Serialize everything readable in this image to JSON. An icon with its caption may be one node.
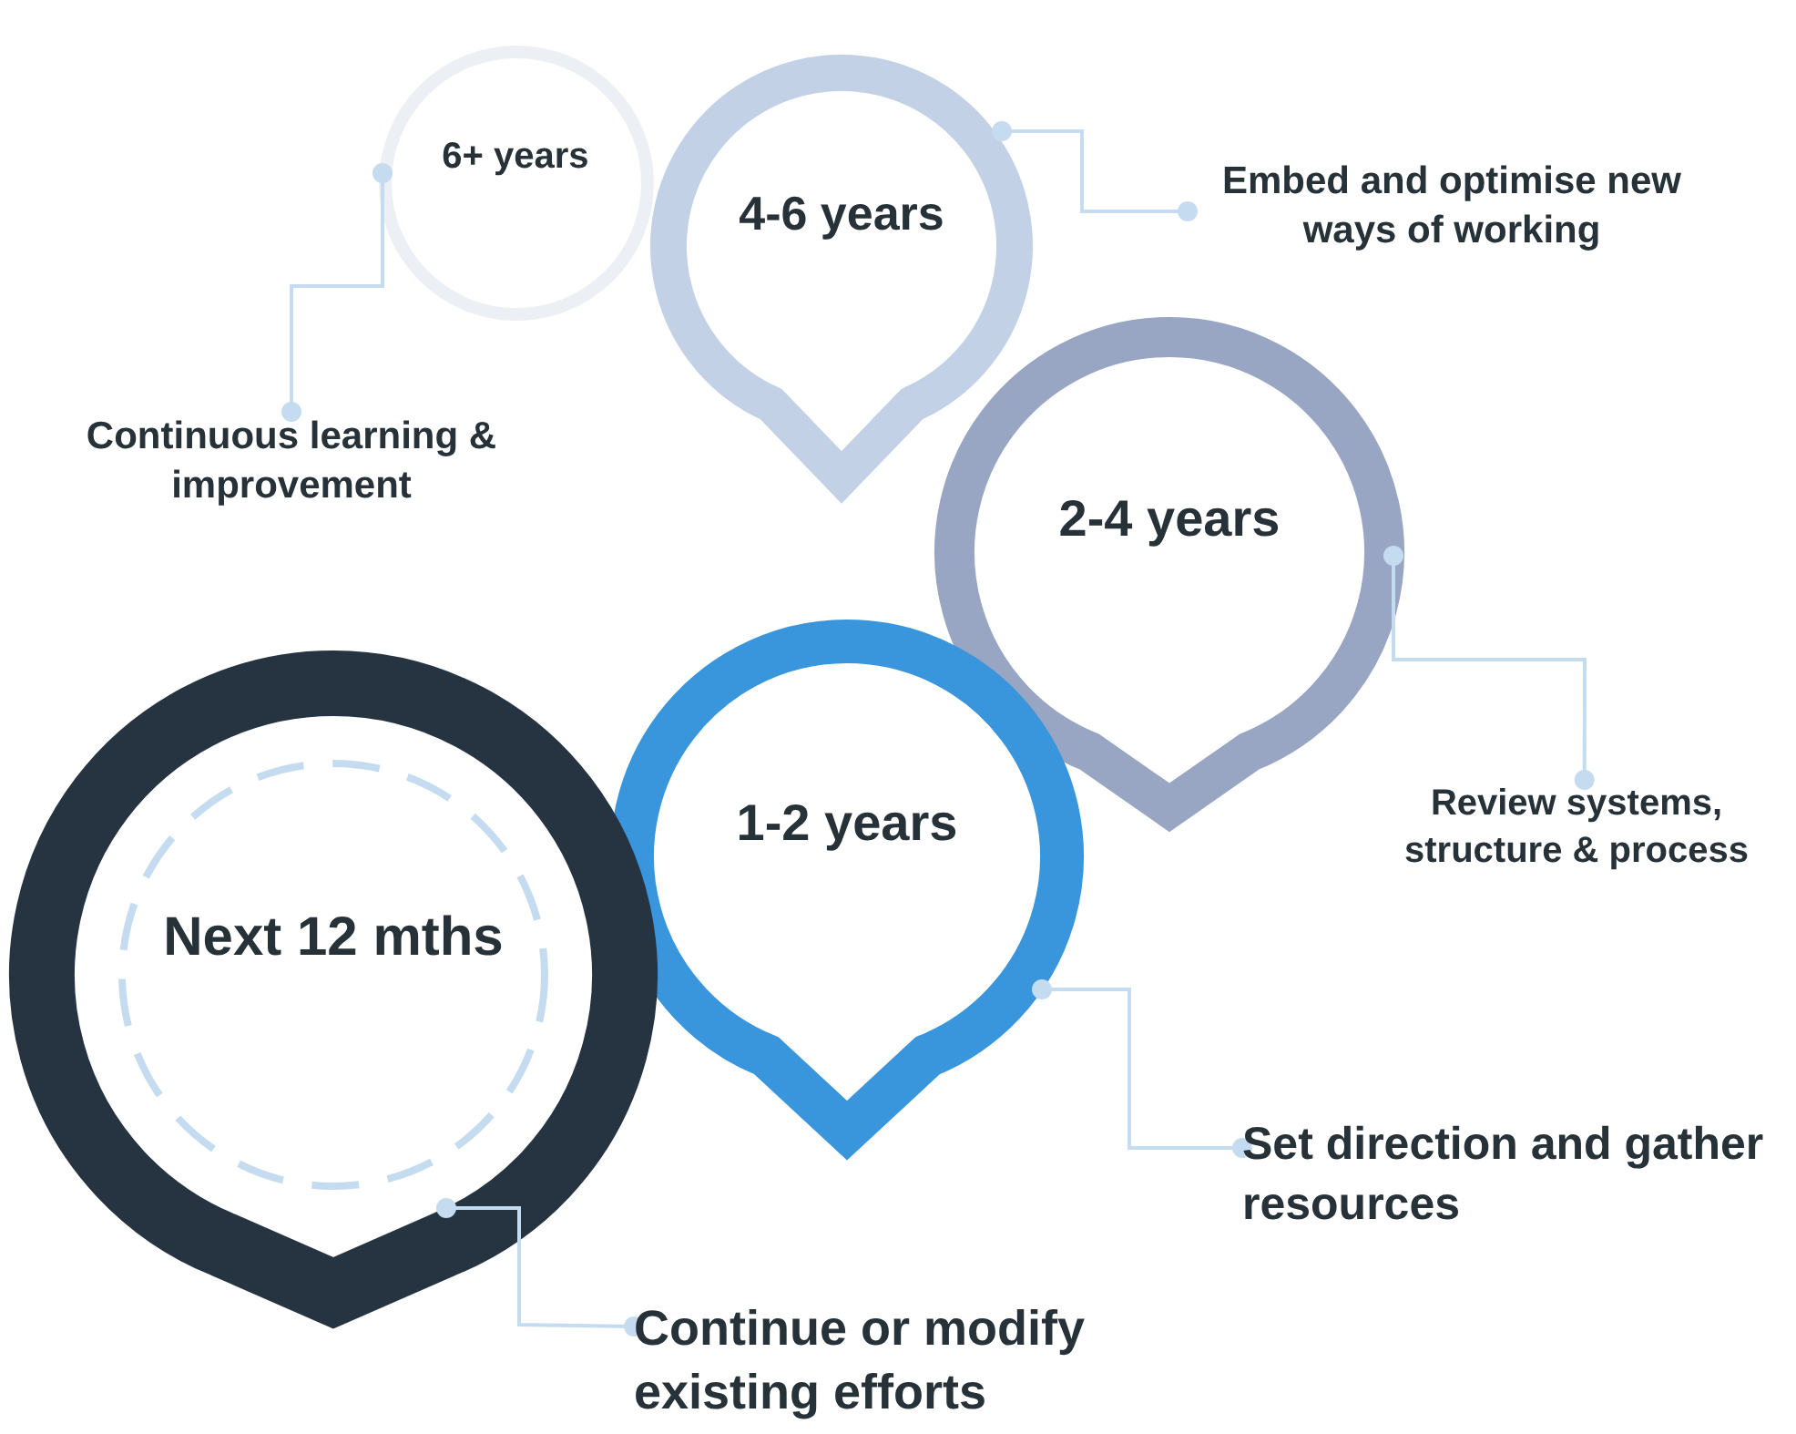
{
  "diagram": {
    "nodes": [
      {
        "text": [
          "6+ years"
        ]
      },
      {
        "text": [
          "4-6 years"
        ]
      },
      {
        "text": [
          "2-4 years"
        ]
      },
      {
        "text": [
          "1-2 years"
        ]
      },
      {
        "text": [
          "Next 12 mths"
        ]
      },
      {
        "text": [
          "Continuous learning & improvement"
        ]
      },
      {
        "text": [
          "Embed and optimise new ways of working"
        ]
      },
      {
        "text": [
          "Review systems, structure & process"
        ]
      },
      {
        "text": [
          "Set direction and gather resources"
        ]
      },
      {
        "text": [
          "Continue or modify existing efforts"
        ]
      }
    ],
    "edges": [
      {
        "from": 5,
        "to": 0,
        "arrow": "other"
      },
      {
        "from": 6,
        "to": 1,
        "arrow": "other"
      },
      {
        "from": 7,
        "to": 2,
        "arrow": "other"
      },
      {
        "from": 8,
        "to": 3,
        "arrow": "other"
      },
      {
        "from": 9,
        "to": 4,
        "arrow": "other"
      }
    ]
  }
}
